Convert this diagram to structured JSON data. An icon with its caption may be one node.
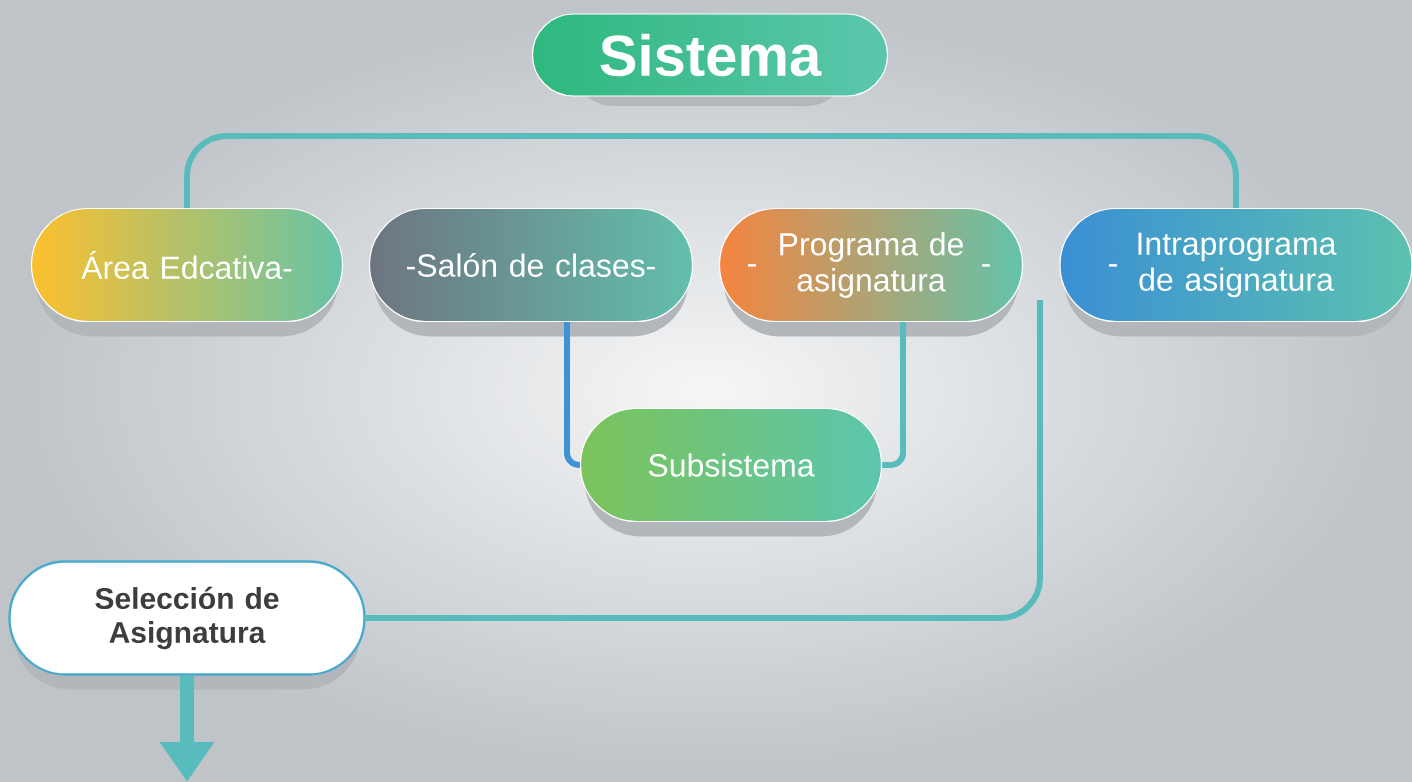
{
  "diagram": {
    "nodes": [
      {
        "text": [
          "Sistema"
        ]
      },
      {
        "text": [
          "Área Edcativa-"
        ]
      },
      {
        "text": [
          "-Salón de clases-"
        ]
      },
      {
        "text": [
          "-",
          "Programa de asignatura",
          "-"
        ]
      },
      {
        "text": [
          "-",
          "Intraprograma de asignatura"
        ]
      },
      {
        "text": [
          "Subsistema"
        ]
      },
      {
        "text": [
          "Selección de Asignatura"
        ]
      }
    ],
    "edges": [
      {
        "from": 1,
        "to": 4,
        "arrow": "none"
      },
      {
        "from": 2,
        "to": 5,
        "arrow": "none",
        "color": "#3d93d3"
      },
      {
        "from": 3,
        "to": 5,
        "arrow": "none"
      },
      {
        "from": null,
        "to": 6,
        "arrow": "none"
      },
      {
        "from": 6,
        "to": null,
        "arrow": "to",
        "style": "thick"
      }
    ]
  }
}
